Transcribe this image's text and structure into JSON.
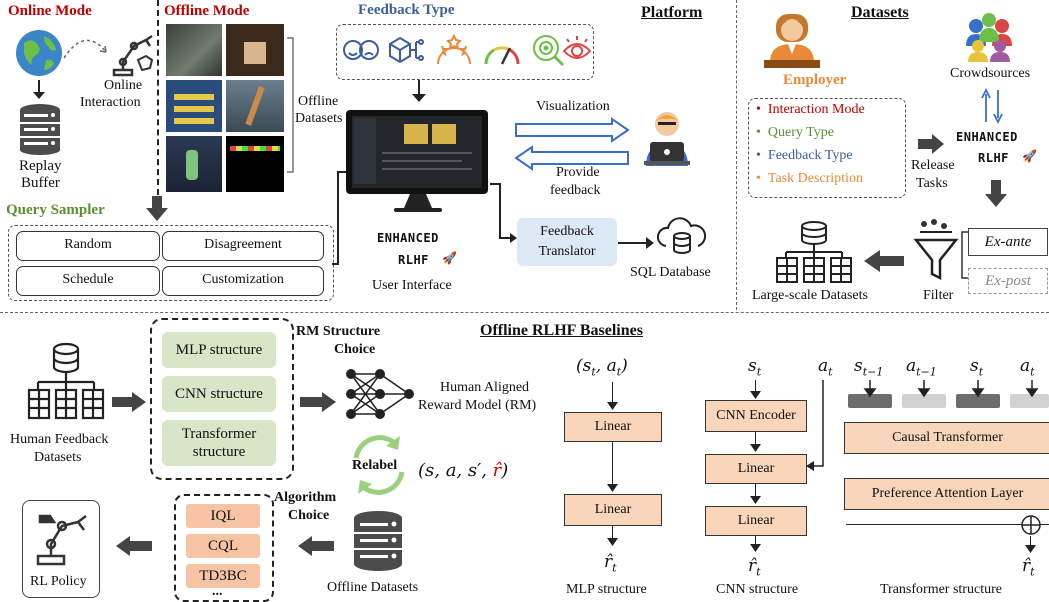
{
  "top_left": {
    "online_mode": "Online Mode",
    "offline_mode": "Offline Mode",
    "online_interaction": [
      "Online",
      "Interaction"
    ],
    "replay_buffer": [
      "Replay",
      "Buffer"
    ],
    "offline_datasets": [
      "Offline",
      "Datasets"
    ]
  },
  "query_sampler": {
    "title": "Query Sampler",
    "options": [
      "Random",
      "Disagreement",
      "Schedule",
      "Customization"
    ]
  },
  "platform": {
    "title": "Platform",
    "feedback_type": "Feedback Type",
    "visualization": "Visualization",
    "provide_feedback": [
      "Provide",
      "feedback"
    ],
    "feedback_translator": [
      "Feedback",
      "Translator"
    ],
    "sql_database": "SQL Database",
    "user_interface": "User Interface",
    "logo": [
      "ENHANCED",
      "RLHF"
    ]
  },
  "datasets": {
    "title": "Datasets",
    "employer": "Employer",
    "employer_items": [
      {
        "text": "Interaction Mode",
        "color": "#c00000"
      },
      {
        "text": "Query Type",
        "color": "#5a8f2e"
      },
      {
        "text": "Feedback Type",
        "color": "#3a5f9a"
      },
      {
        "text": "Task Description",
        "color": "#e88a3a"
      }
    ],
    "crowdsources": "Crowdsources",
    "release_tasks": [
      "Release",
      "Tasks"
    ],
    "ex_ante": "Ex-ante",
    "ex_post": "Ex-post",
    "filter": "Filter",
    "large_scale": "Large-scale Datasets"
  },
  "bottom": {
    "human_feedback_datasets": [
      "Human Feedback",
      "Datasets"
    ],
    "rm_structure_choice": [
      "RM Structure",
      "Choice"
    ],
    "rm_options": [
      "MLP structure",
      "CNN structure",
      "Transformer structure"
    ],
    "human_aligned_rm": [
      "Human Aligned",
      "Reward Model (RM)"
    ],
    "relabel": "Relabel",
    "tuple": "(s, a, s′, r̂)",
    "algorithm_choice": [
      "Algorithm",
      "Choice"
    ],
    "algorithms": [
      "IQL",
      "CQL",
      "TD3BC",
      "..."
    ],
    "offline_datasets": "Offline Datasets",
    "rl_policy": "RL Policy",
    "offline_baselines_title": "Offline RLHF Baselines"
  },
  "mlp": {
    "input": "(s_t, a_t)",
    "layers": [
      "Linear",
      "Linear"
    ],
    "output": "r̂_t",
    "caption": "MLP structure"
  },
  "cnn": {
    "input_s": "s_t",
    "input_a": "a_t",
    "layers": [
      "CNN Encoder",
      "Linear",
      "Linear"
    ],
    "output": "r̂_t",
    "caption": "CNN structure"
  },
  "transformer": {
    "inputs": [
      "s_{t−1}",
      "a_{t−1}",
      "s_t",
      "a_t"
    ],
    "layers": [
      "Causal Transformer",
      "Preference Attention Layer"
    ],
    "output": "r̂_t",
    "caption": "Transformer structure"
  },
  "colors": {
    "online_red": "#c00000",
    "sampler_green": "#5a8f2e",
    "feedback_blue": "#3a5f9a",
    "employer_orange": "#e88a3a",
    "rm_green": "#d7e6c6",
    "algo_orange": "#f6c4a4",
    "layer_orange": "#f9d5b9",
    "translator_blue": "#dce8f5"
  }
}
